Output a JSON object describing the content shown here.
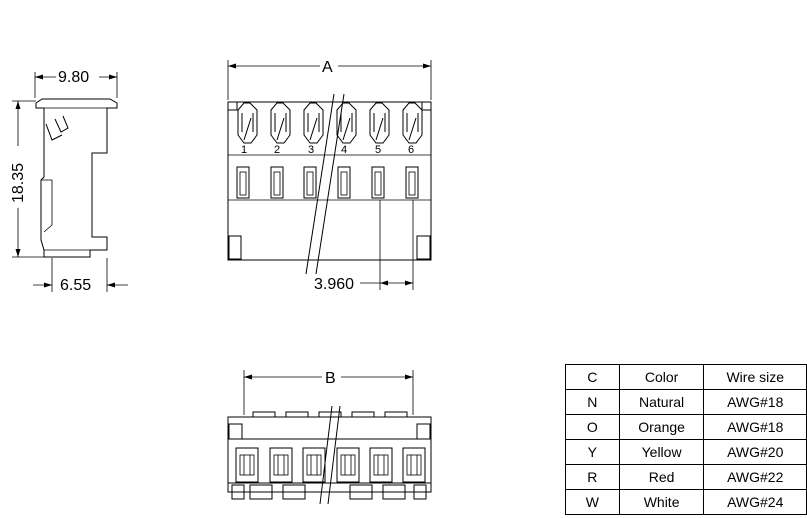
{
  "side_view": {
    "width_top": "9.80",
    "height": "18.35",
    "width_bottom": "6.55"
  },
  "front_view": {
    "dim_label": "A",
    "pitch": "3.960",
    "pins": [
      "1",
      "2",
      "3",
      "4",
      "5",
      "6"
    ]
  },
  "bottom_view": {
    "dim_label": "B"
  },
  "spec_table": {
    "headers": [
      "C",
      "Color",
      "Wire size"
    ],
    "rows": [
      [
        "N",
        "Natural",
        "AWG#18"
      ],
      [
        "O",
        "Orange",
        "AWG#18"
      ],
      [
        "Y",
        "Yellow",
        "AWG#20"
      ],
      [
        "R",
        "Red",
        "AWG#22"
      ],
      [
        "W",
        "White",
        "AWG#24"
      ]
    ]
  }
}
